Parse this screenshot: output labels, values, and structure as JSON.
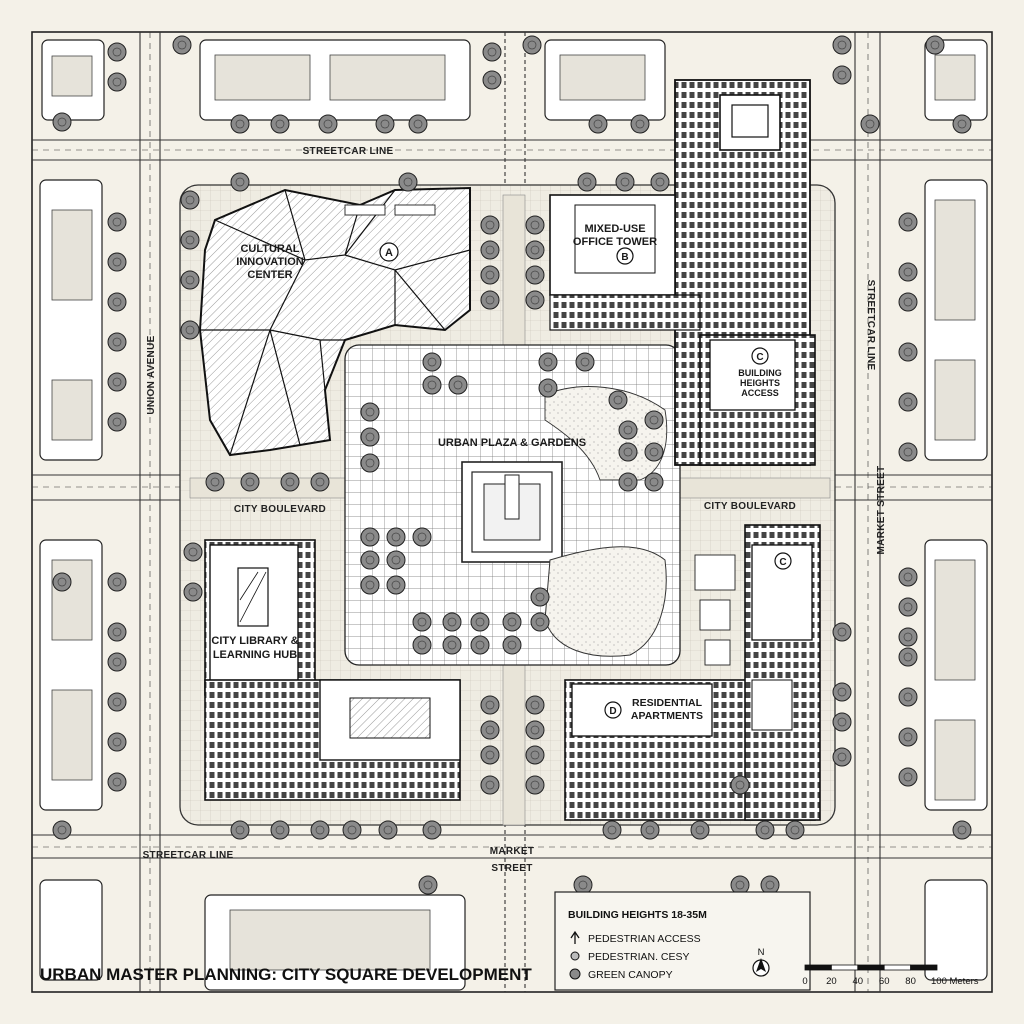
{
  "title": "URBAN MASTER PLANNING: CITY SQUARE DEVELOPMENT",
  "buildings": {
    "cultural": {
      "line1": "CULTURAL",
      "line2": "INNOVATION",
      "line3": "CENTER",
      "marker": "A"
    },
    "office": {
      "line1": "MIXED-USE",
      "line2": "OFFICE TOWER",
      "marker": "B"
    },
    "heights": {
      "line1": "BUILDING",
      "line2": "HEIGHTS",
      "line3": "ACCESS",
      "marker": "C"
    },
    "east_marker": "C",
    "library": {
      "line1": "CITY LIBRARY &",
      "line2": "LEARNING HUB"
    },
    "residential": {
      "line1": "RESIDENTIAL",
      "line2": "APARTMENTS",
      "marker": "D"
    }
  },
  "plaza": {
    "label": "URBAN PLAZA & GARDENS"
  },
  "streets": {
    "streetcar_top": "STREETCAR LINE",
    "streetcar_right": "STREETCAR LINE",
    "streetcar_bottom": "STREETCAR LINE",
    "union_avenue": "UNION AVENUE",
    "city_blvd_left": "CITY BOULEVARD",
    "city_blvd_right": "CITY BOULEVARD",
    "market_right": "MARKET STREET",
    "market_bottom_1": "MARKET",
    "market_bottom_2": "STREET"
  },
  "legend": {
    "heading": "BUILDING HEIGHTS 18-35M",
    "items": [
      {
        "symbol": "arrow-icon",
        "label": "PEDESTRIAN ACCESS"
      },
      {
        "symbol": "ped-circle-icon",
        "label": "PEDESTRIAN. CESY"
      },
      {
        "symbol": "tree-icon",
        "label": "GREEN CANOPY"
      }
    ]
  },
  "north_label": "N",
  "scale": {
    "ticks": [
      "0",
      "20",
      "40",
      "60",
      "80",
      "100 Meters"
    ]
  },
  "colors": {
    "paper": "#f4f1e8",
    "ink": "#1a1a1a",
    "tree": "#8a8a8a"
  }
}
